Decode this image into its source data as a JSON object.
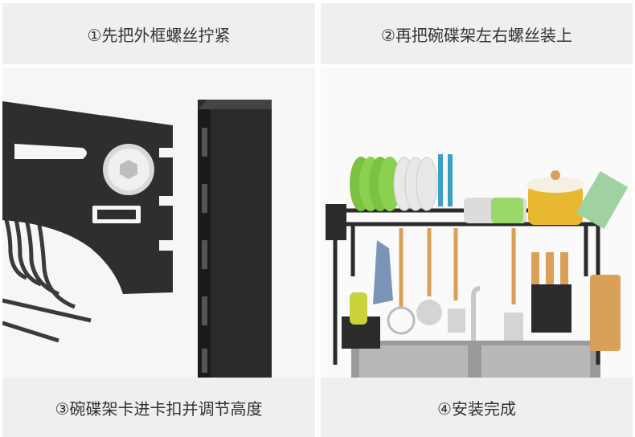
{
  "steps": [
    {
      "caption": "①先把外框螺丝拧紧"
    },
    {
      "caption": "②再把碗碟架左右螺丝装上"
    },
    {
      "caption": "③碗碟架卡进卡扣并调节高度"
    },
    {
      "caption": "④安装完成"
    }
  ],
  "colors": {
    "caption_bg": "#efefef",
    "caption_text": "#333333",
    "rack_black": "#2b2b2b",
    "plate_green": "#7cc242",
    "pot_yellow": "#e8b830",
    "wood": "#d9a05a"
  }
}
